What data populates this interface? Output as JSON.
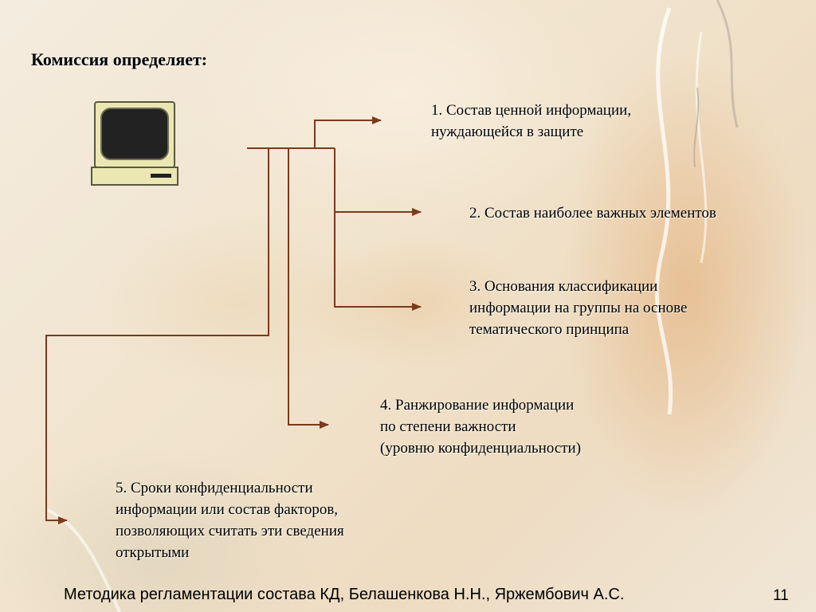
{
  "slide": {
    "title": "Комиссия определяет:",
    "items": [
      {
        "lines": [
          "1. Состав ценной информации,",
          "нуждающейся в защите"
        ]
      },
      {
        "lines": [
          "2. Состав наиболее важных элементов"
        ]
      },
      {
        "lines": [
          "3. Основания классификации",
          "информации на группы на основе",
          "тематического принципа"
        ]
      },
      {
        "lines": [
          "4. Ранжирование информации",
          "по степени важности",
          "(уровню конфиденциальности)"
        ]
      },
      {
        "lines": [
          "5. Сроки конфиденциальности",
          "информации или состав факторов,",
          "позволяющих считать эти сведения",
          "открытыми"
        ]
      }
    ],
    "footer": "Методика регламентации состава КД, Белашенкова Н.Н., Яржембович А.С.",
    "page_number": "11"
  },
  "icons": {
    "computer": "computer-monitor-icon"
  },
  "colors": {
    "connector": "#7a3a1c",
    "text": "#000000"
  }
}
